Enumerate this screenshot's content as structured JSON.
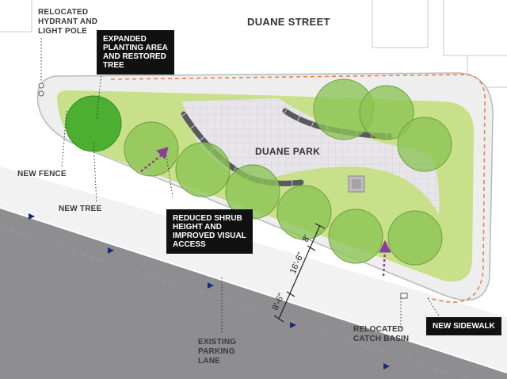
{
  "streets": {
    "north": "DUANE STREET",
    "park": "DUANE PARK"
  },
  "labels": {
    "hydrant": "RELOCATED\nHYDRANT AND\nLIGHT POLE",
    "fence": "NEW FENCE",
    "tree": "NEW TREE",
    "parking": "EXISTING\nPARKING\nLANE",
    "catch_basin": "RELOCATED\nCATCH BASIN"
  },
  "callouts": {
    "planting": "EXPANDED\nPLANTING AREA\nAND RESTORED\nTREE",
    "shrub": "REDUCED SHRUB\nHEIGHT AND\nIMPROVED VISUAL\nACCESS",
    "sidewalk": "NEW SIDEWALK"
  },
  "dimensions": {
    "d1": "8'-6\"",
    "d2": "16'-6\"",
    "d3": "8'"
  },
  "colors": {
    "lawn": "#c8e08a",
    "tree": "#8cc454",
    "restored_tree": "#4caf32",
    "plaza": "#e4e2e6",
    "road": "#8e8e90",
    "sidewalk": "#ededef",
    "accent_arrow": "#8a3f9a",
    "dashed_outline": "#e8834a"
  }
}
